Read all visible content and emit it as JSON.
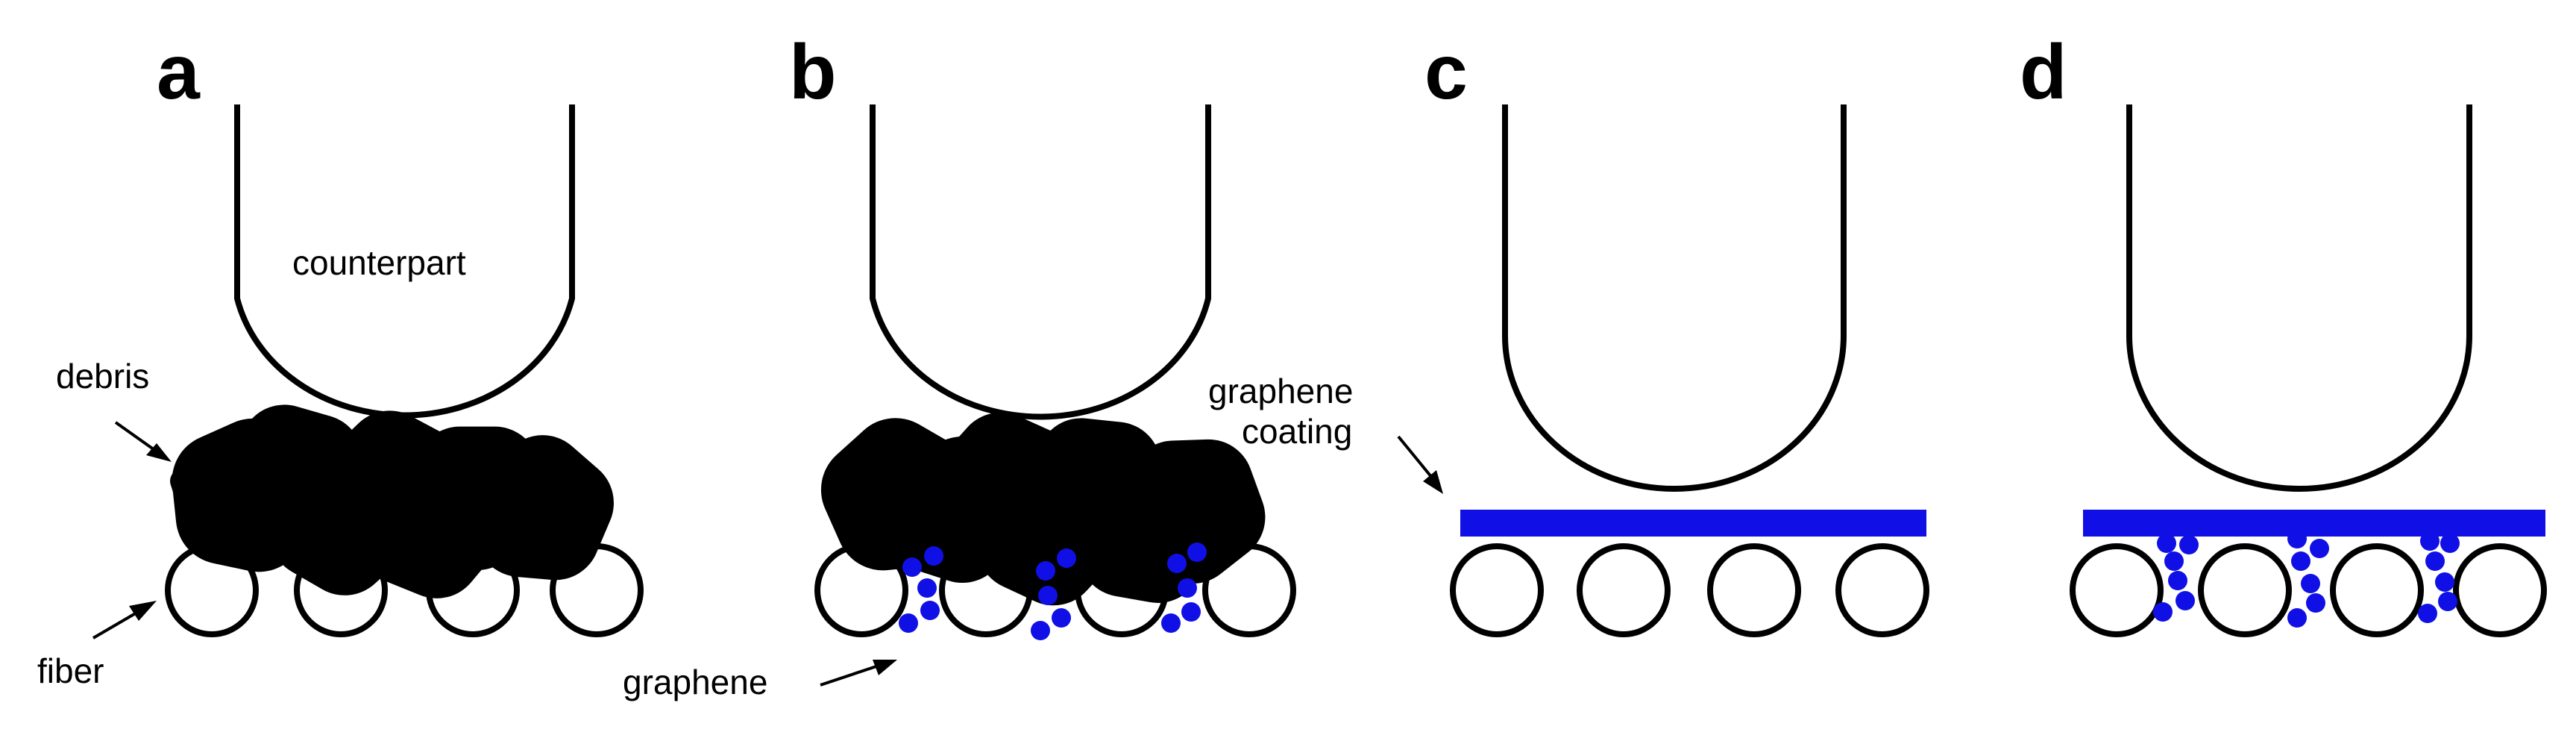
{
  "panels": {
    "a": {
      "label": "a"
    },
    "b": {
      "label": "b"
    },
    "c": {
      "label": "c"
    },
    "d": {
      "label": "d"
    }
  },
  "annotations": {
    "counterpart": "counterpart",
    "debris": "debris",
    "fiber": "fiber",
    "graphene": "graphene",
    "graphene_coating_line1": "graphene",
    "graphene_coating_line2": "coating"
  },
  "colors": {
    "graphene": "#1010e6",
    "outline": "#000000"
  }
}
